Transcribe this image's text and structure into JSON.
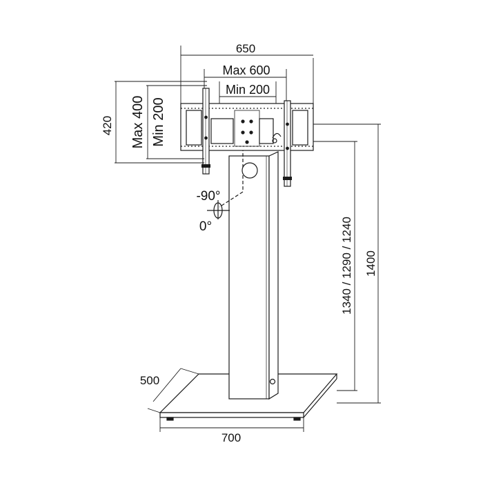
{
  "drawing": {
    "dimensions": {
      "width_total": "650",
      "vesa_width_max": "Max 600",
      "vesa_width_min": "Min 200",
      "bracket_height": "420",
      "vesa_height_max": "Max 400",
      "vesa_height_min": "Min 200",
      "tilt_upper": "-90°",
      "tilt_lower": "0°",
      "mount_heights": "1340 / 1290 / 1240",
      "total_height": "1400",
      "base_depth": "500",
      "base_width": "700"
    },
    "colors": {
      "line": "#1a1a1a",
      "fill": "#ffffff"
    }
  }
}
